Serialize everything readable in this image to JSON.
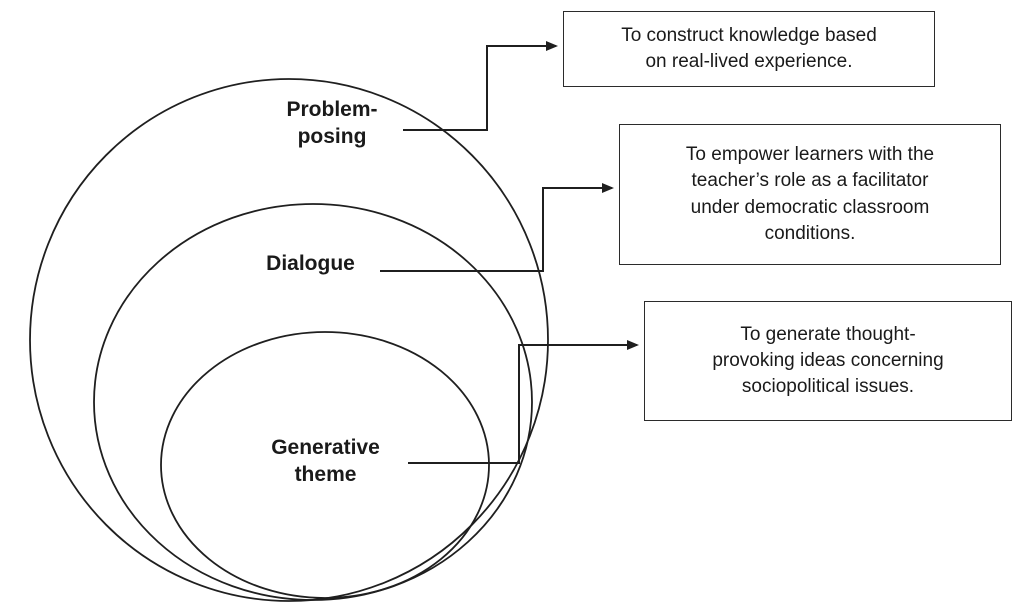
{
  "diagram": {
    "title": "Freirean pedagogy nested-concepts diagram",
    "colors": {
      "stroke": "#1f1f1f",
      "background": "#ffffff",
      "text": "#1a1a1a"
    },
    "rings": [
      {
        "id": "problem-posing",
        "label": "Problem-\nposing"
      },
      {
        "id": "dialogue",
        "label": "Dialogue"
      },
      {
        "id": "generative-theme",
        "label": "Generative\ntheme"
      }
    ],
    "callouts": [
      {
        "id": "problem-posing-callout",
        "text": "To construct knowledge based\non real-lived experience."
      },
      {
        "id": "dialogue-callout",
        "text": "To empower learners with the\nteacher’s role as a facilitator\nunder democratic classroom\nconditions."
      },
      {
        "id": "generative-theme-callout",
        "text": "To generate thought-\nprovoking ideas concerning\nsociopolitical issues."
      }
    ]
  }
}
